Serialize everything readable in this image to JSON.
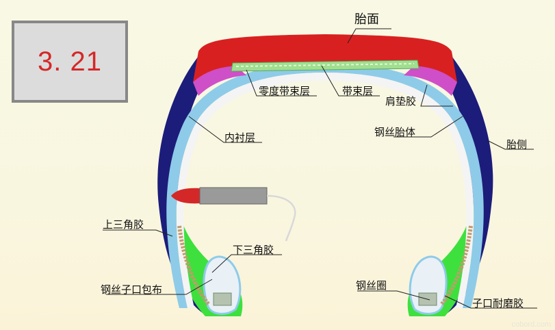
{
  "figure_number": "3. 21",
  "labels": {
    "tread": "胎面",
    "zero_degree_belt": "零度带束层",
    "belt": "带束层",
    "shoulder_pad": "肩垫胶",
    "inner_liner": "内衬层",
    "steel_carcass": "钢丝胎体",
    "sidewall": "胎侧",
    "upper_apex": "上三角胶",
    "lower_apex": "下三角胶",
    "bead_wrap": "钢丝子口包布",
    "bead_wire": "钢丝圈",
    "chafer": "子口耐磨胶"
  },
  "watermark": "cobord.com",
  "colors": {
    "tread": "#d92020",
    "sidewall": "#1c1c7a",
    "carcass": "#8ecbe8",
    "inner_liner": "#f4f4f4",
    "shoulder_pad": "#cf4fc8",
    "belt": "#9fdf8f",
    "bead_green": "#3ee03e",
    "label_text": "#111111",
    "badge_text": "#d42828"
  }
}
